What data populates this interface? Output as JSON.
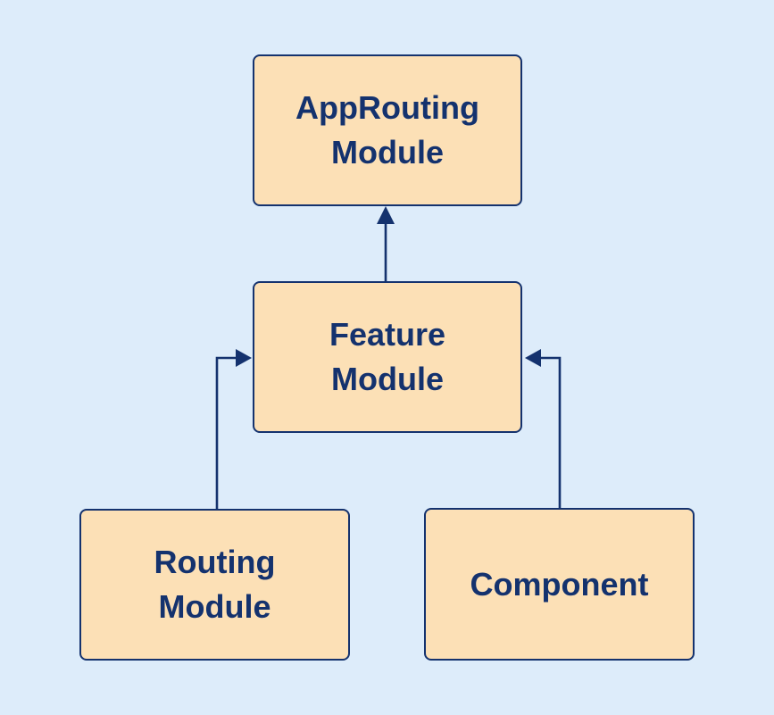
{
  "diagram": {
    "type": "module-dependency-diagram",
    "colors": {
      "background": "#ddecfa",
      "node_fill": "#fce0b6",
      "node_border": "#14326e",
      "text": "#14326e",
      "arrow": "#14326e"
    },
    "nodes": [
      {
        "id": "app-routing-module",
        "label": "AppRouting Module",
        "lines": [
          "AppRouting",
          "Module"
        ]
      },
      {
        "id": "feature-module",
        "label": "Feature Module",
        "lines": [
          "Feature",
          "Module"
        ]
      },
      {
        "id": "routing-module",
        "label": "Routing Module",
        "lines": [
          "Routing",
          "Module"
        ]
      },
      {
        "id": "component",
        "label": "Component",
        "lines": [
          "Component"
        ]
      }
    ],
    "edges": [
      {
        "from": "feature-module",
        "to": "app-routing-module",
        "direction": "up"
      },
      {
        "from": "routing-module",
        "to": "feature-module",
        "direction": "up-right"
      },
      {
        "from": "component",
        "to": "feature-module",
        "direction": "up-left"
      }
    ]
  }
}
